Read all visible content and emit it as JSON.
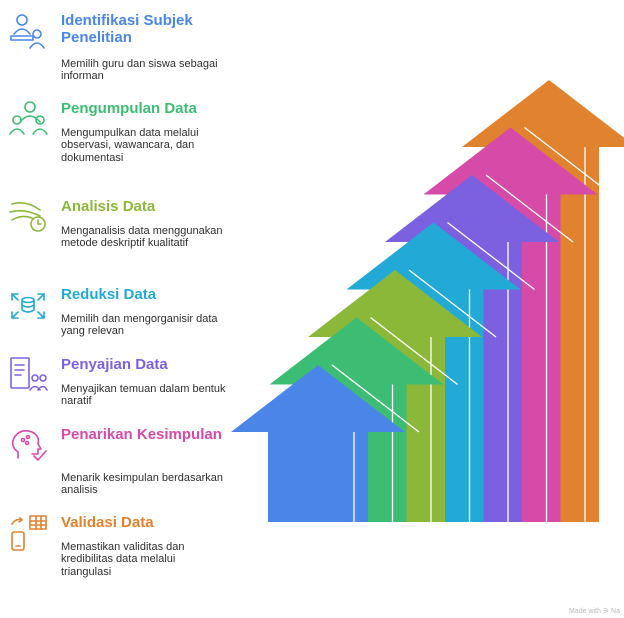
{
  "steps": [
    {
      "title": "Identifikasi Subjek Penelitian",
      "description": "Memilih guru dan siswa sebagai informan",
      "color": "#4a86e8",
      "icon": "teacher-student-icon"
    },
    {
      "title": "Pengumpulan Data",
      "description": "Mengumpulkan data melalui observasi, wawancara, dan dokumentasi",
      "color": "#3dbd74",
      "icon": "people-group-icon"
    },
    {
      "title": "Analisis Data",
      "description": "Menganalisis data menggunakan metode deskriptif kualitatif",
      "color": "#8cb83a",
      "icon": "wind-clock-icon"
    },
    {
      "title": "Reduksi Data",
      "description": "Memilih dan mengorganisir data yang relevan",
      "color": "#22a9d6",
      "icon": "database-compress-icon"
    },
    {
      "title": "Penyajian Data",
      "description": "Menyajikan temuan dalam bentuk naratif",
      "color": "#7b61e0",
      "icon": "document-people-icon"
    },
    {
      "title": "Penarikan Kesimpulan",
      "description": "Menarik kesimpulan berdasarkan analisis",
      "color": "#d64aa8",
      "icon": "head-check-icon"
    },
    {
      "title": "Validasi Data",
      "description": "Memastikan validitas dan kredibilitas data melalui triangulasi",
      "color": "#e0822e",
      "icon": "phone-table-icon"
    }
  ],
  "watermark": "Made with ⚞ Na"
}
